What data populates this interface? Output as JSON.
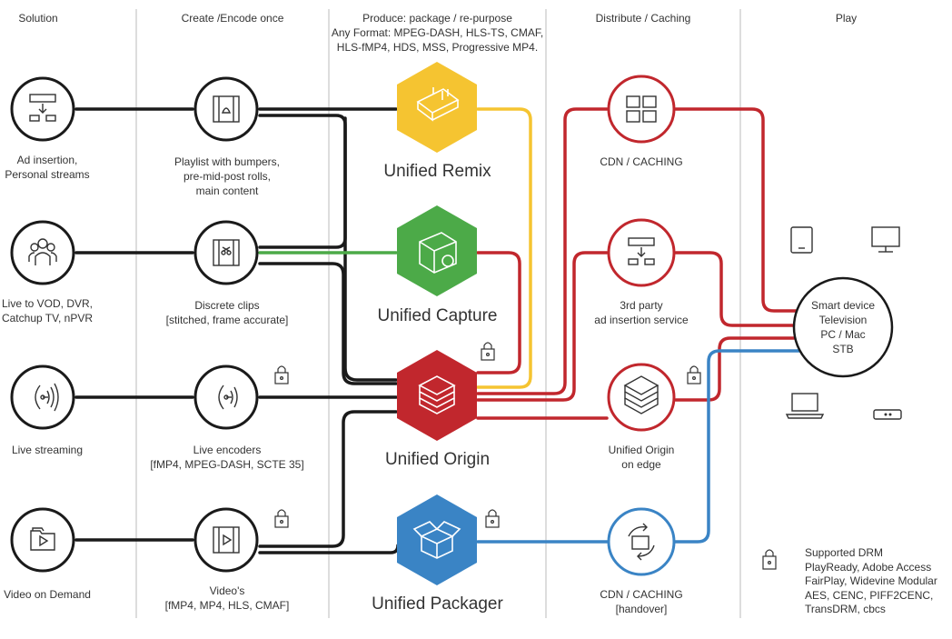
{
  "columns": [
    "Solution",
    "Create /Encode once",
    "Produce: package / re-purpose",
    "Distribute / Caching",
    "Play"
  ],
  "produce_formats": [
    "Any Format: MPEG-DASH, HLS-TS, CMAF,",
    "HLS-fMP4, HDS, MSS, Progressive MP4."
  ],
  "solutions": [
    {
      "lines": [
        "Ad insertion,",
        "Personal streams"
      ],
      "icon": "ad-insertion-icon"
    },
    {
      "lines": [
        "Live to VOD, DVR,",
        "Catchup TV, nPVR"
      ],
      "icon": "people-group-icon"
    },
    {
      "lines": [
        "Live streaming"
      ],
      "icon": "live-broadcast-icon"
    },
    {
      "lines": [
        "Video on Demand"
      ],
      "icon": "video-folder-icon"
    }
  ],
  "encode": [
    {
      "lines": [
        "Playlist with bumpers,",
        "pre-mid-post rolls,",
        "main content"
      ],
      "icon": "filmstrip-playlist-icon"
    },
    {
      "lines": [
        "Discrete clips",
        "[stitched, frame accurate]"
      ],
      "icon": "filmstrip-scissors-icon"
    },
    {
      "lines": [
        "Live encoders",
        "[fMP4, MPEG-DASH, SCTE 35]"
      ],
      "icon": "live-encoder-icon"
    },
    {
      "lines": [
        "Video's",
        "[fMP4, MP4, HLS, CMAF]"
      ],
      "icon": "filmstrip-play-icon"
    }
  ],
  "products": [
    {
      "name": "Unified Remix",
      "color": "#f5c431",
      "icon": "remix-console-icon"
    },
    {
      "name": "Unified Capture",
      "color": "#4caa48",
      "icon": "capture-camera-icon"
    },
    {
      "name": "Unified Origin",
      "color": "#c1272d",
      "icon": "server-stack-icon"
    },
    {
      "name": "Unified Packager",
      "color": "#3a84c5",
      "icon": "open-box-icon"
    }
  ],
  "distribute": [
    {
      "lines": [
        "CDN / CACHING"
      ],
      "icon": "cdn-folders-icon"
    },
    {
      "lines": [
        "3rd party",
        "ad insertion service"
      ],
      "icon": "ad-insertion-icon"
    },
    {
      "lines": [
        "Unified Origin",
        "on edge"
      ],
      "icon": "server-stack-icon"
    },
    {
      "lines": [
        "CDN / CACHING",
        "[handover]"
      ],
      "icon": "handover-icon"
    }
  ],
  "play": {
    "lines": [
      "Smart device",
      "Television",
      "PC / Mac",
      "STB"
    ],
    "devices": [
      "tablet-icon",
      "monitor-icon",
      "laptop-icon",
      "set-top-box-icon"
    ]
  },
  "drm": {
    "icon": "lock-icon",
    "lines": [
      "Supported DRM",
      "PlayReady, Adobe Access",
      "FairPlay, Widevine Modular",
      "AES, CENC, PIFF2CENC,",
      "TransDRM, cbcs"
    ]
  },
  "colors": {
    "black_line": "#1a1a1a",
    "yellow": "#f5c431",
    "green": "#4caa48",
    "red": "#c1272d",
    "blue": "#3a84c5",
    "divider": "#bbbbbb"
  }
}
